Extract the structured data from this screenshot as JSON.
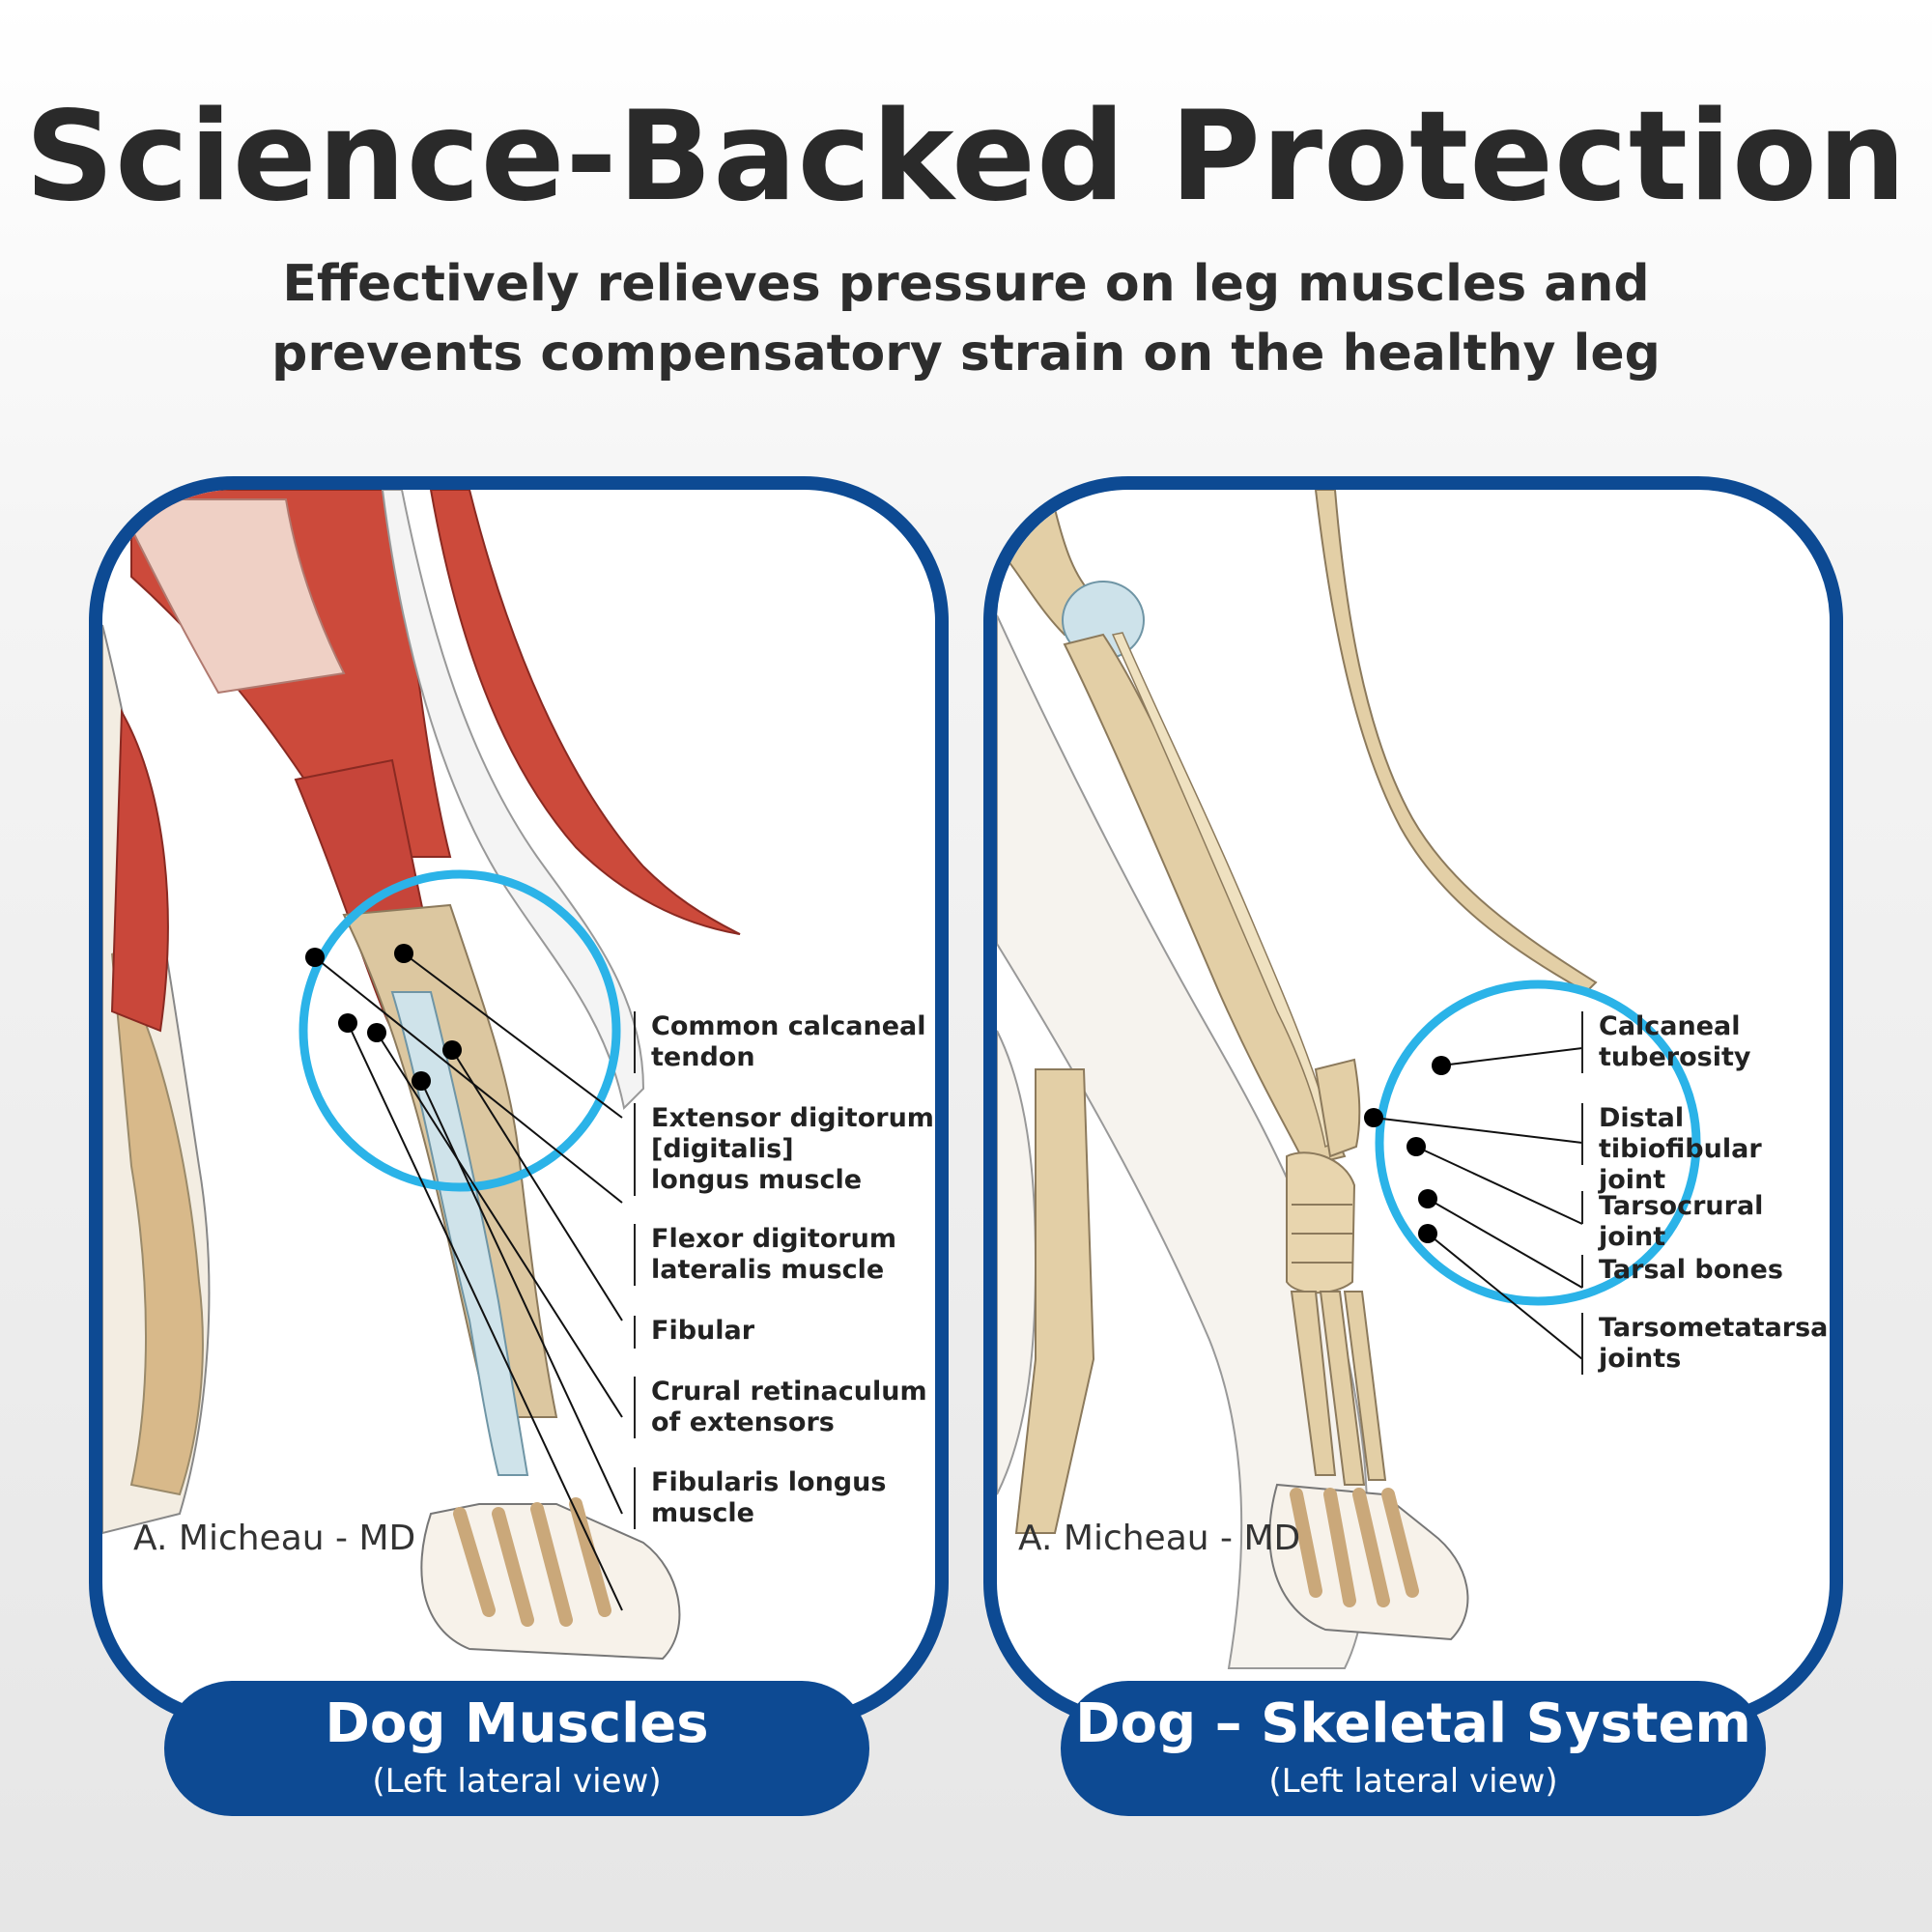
{
  "header": {
    "title": "Science-Backed Protection",
    "subtitle": "Effectively relieves pressure on leg muscles and prevents compensatory strain on the healthy leg"
  },
  "muscles_panel": {
    "credit": "A. Micheau - MD",
    "caption_title": "Dog Muscles",
    "caption_sub": "(Left lateral view)",
    "labels": [
      {
        "text": "Common calcaneal\ntendon"
      },
      {
        "text": "Extensor digitorum\n[digitalis]\nlongus muscle"
      },
      {
        "text": "Flexor digitorum\nlateralis muscle"
      },
      {
        "text": "Fibular"
      },
      {
        "text": "Crural retinaculum\nof extensors"
      },
      {
        "text": "Fibularis longus\nmuscle"
      }
    ]
  },
  "skeletal_panel": {
    "credit": "A. Micheau - MD",
    "caption_title": "Dog – Skeletal System",
    "caption_sub": "(Left lateral view)",
    "labels": [
      {
        "text": "Calcaneal\ntuberosity"
      },
      {
        "text": "Distal tibiofibular\njoint"
      },
      {
        "text": "Tarsocrural joint"
      },
      {
        "text": "Tarsal bones"
      },
      {
        "text": "Tarsometatarsal\njoints"
      }
    ]
  },
  "colors": {
    "brand_blue": "#0d4a93",
    "highlight_circle": "#2bb3e8",
    "muscle_red": "#c9473a",
    "bone": "#e6d2a8"
  }
}
